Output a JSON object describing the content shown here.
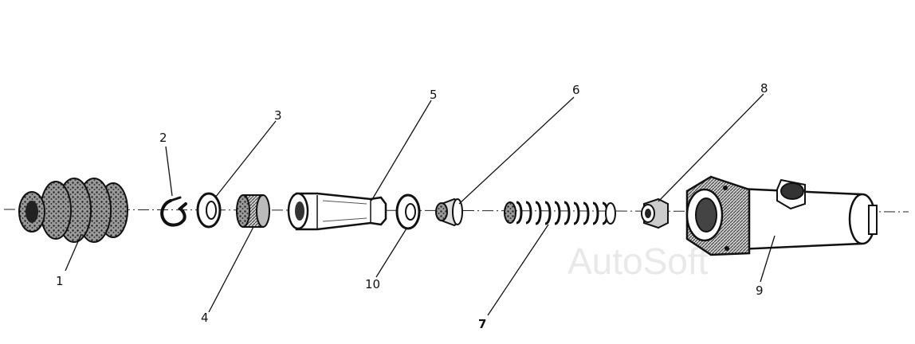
{
  "diagram": {
    "labels": {
      "p1": "1",
      "p2": "2",
      "p3": "3",
      "p4": "4",
      "p5": "5",
      "p6": "6",
      "p7": "7",
      "p8": "8",
      "p9": "9",
      "p10": "10"
    },
    "watermark": "AutoSoft"
  }
}
